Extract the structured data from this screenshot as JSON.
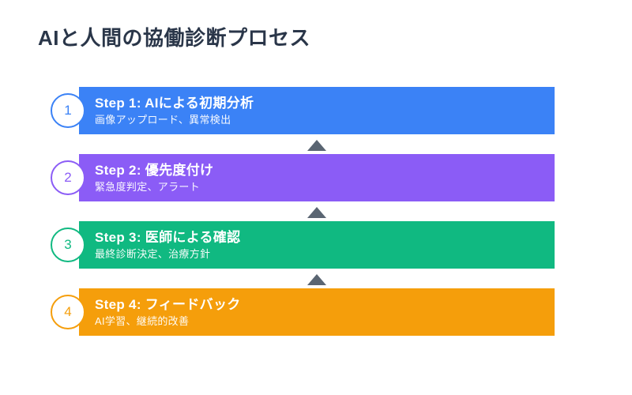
{
  "page": {
    "title": "AIと人間の協働診断プロセス",
    "title_color": "#2a3649",
    "background": "#ffffff"
  },
  "steps": [
    {
      "number": "1",
      "title": "Step 1: AIによる初期分析",
      "subtitle": "画像アップロード、異常検出",
      "color": "#3b82f6"
    },
    {
      "number": "2",
      "title": "Step 2: 優先度付け",
      "subtitle": "緊急度判定、アラート",
      "color": "#8b5cf6"
    },
    {
      "number": "3",
      "title": "Step 3: 医師による確認",
      "subtitle": "最終診断決定、治療方針",
      "color": "#10b981"
    },
    {
      "number": "4",
      "title": "Step 4: フィードバック",
      "subtitle": "AI学習、継続的改善",
      "color": "#f59e0b"
    }
  ],
  "arrow": {
    "direction": "up",
    "color": "#5a6572"
  }
}
